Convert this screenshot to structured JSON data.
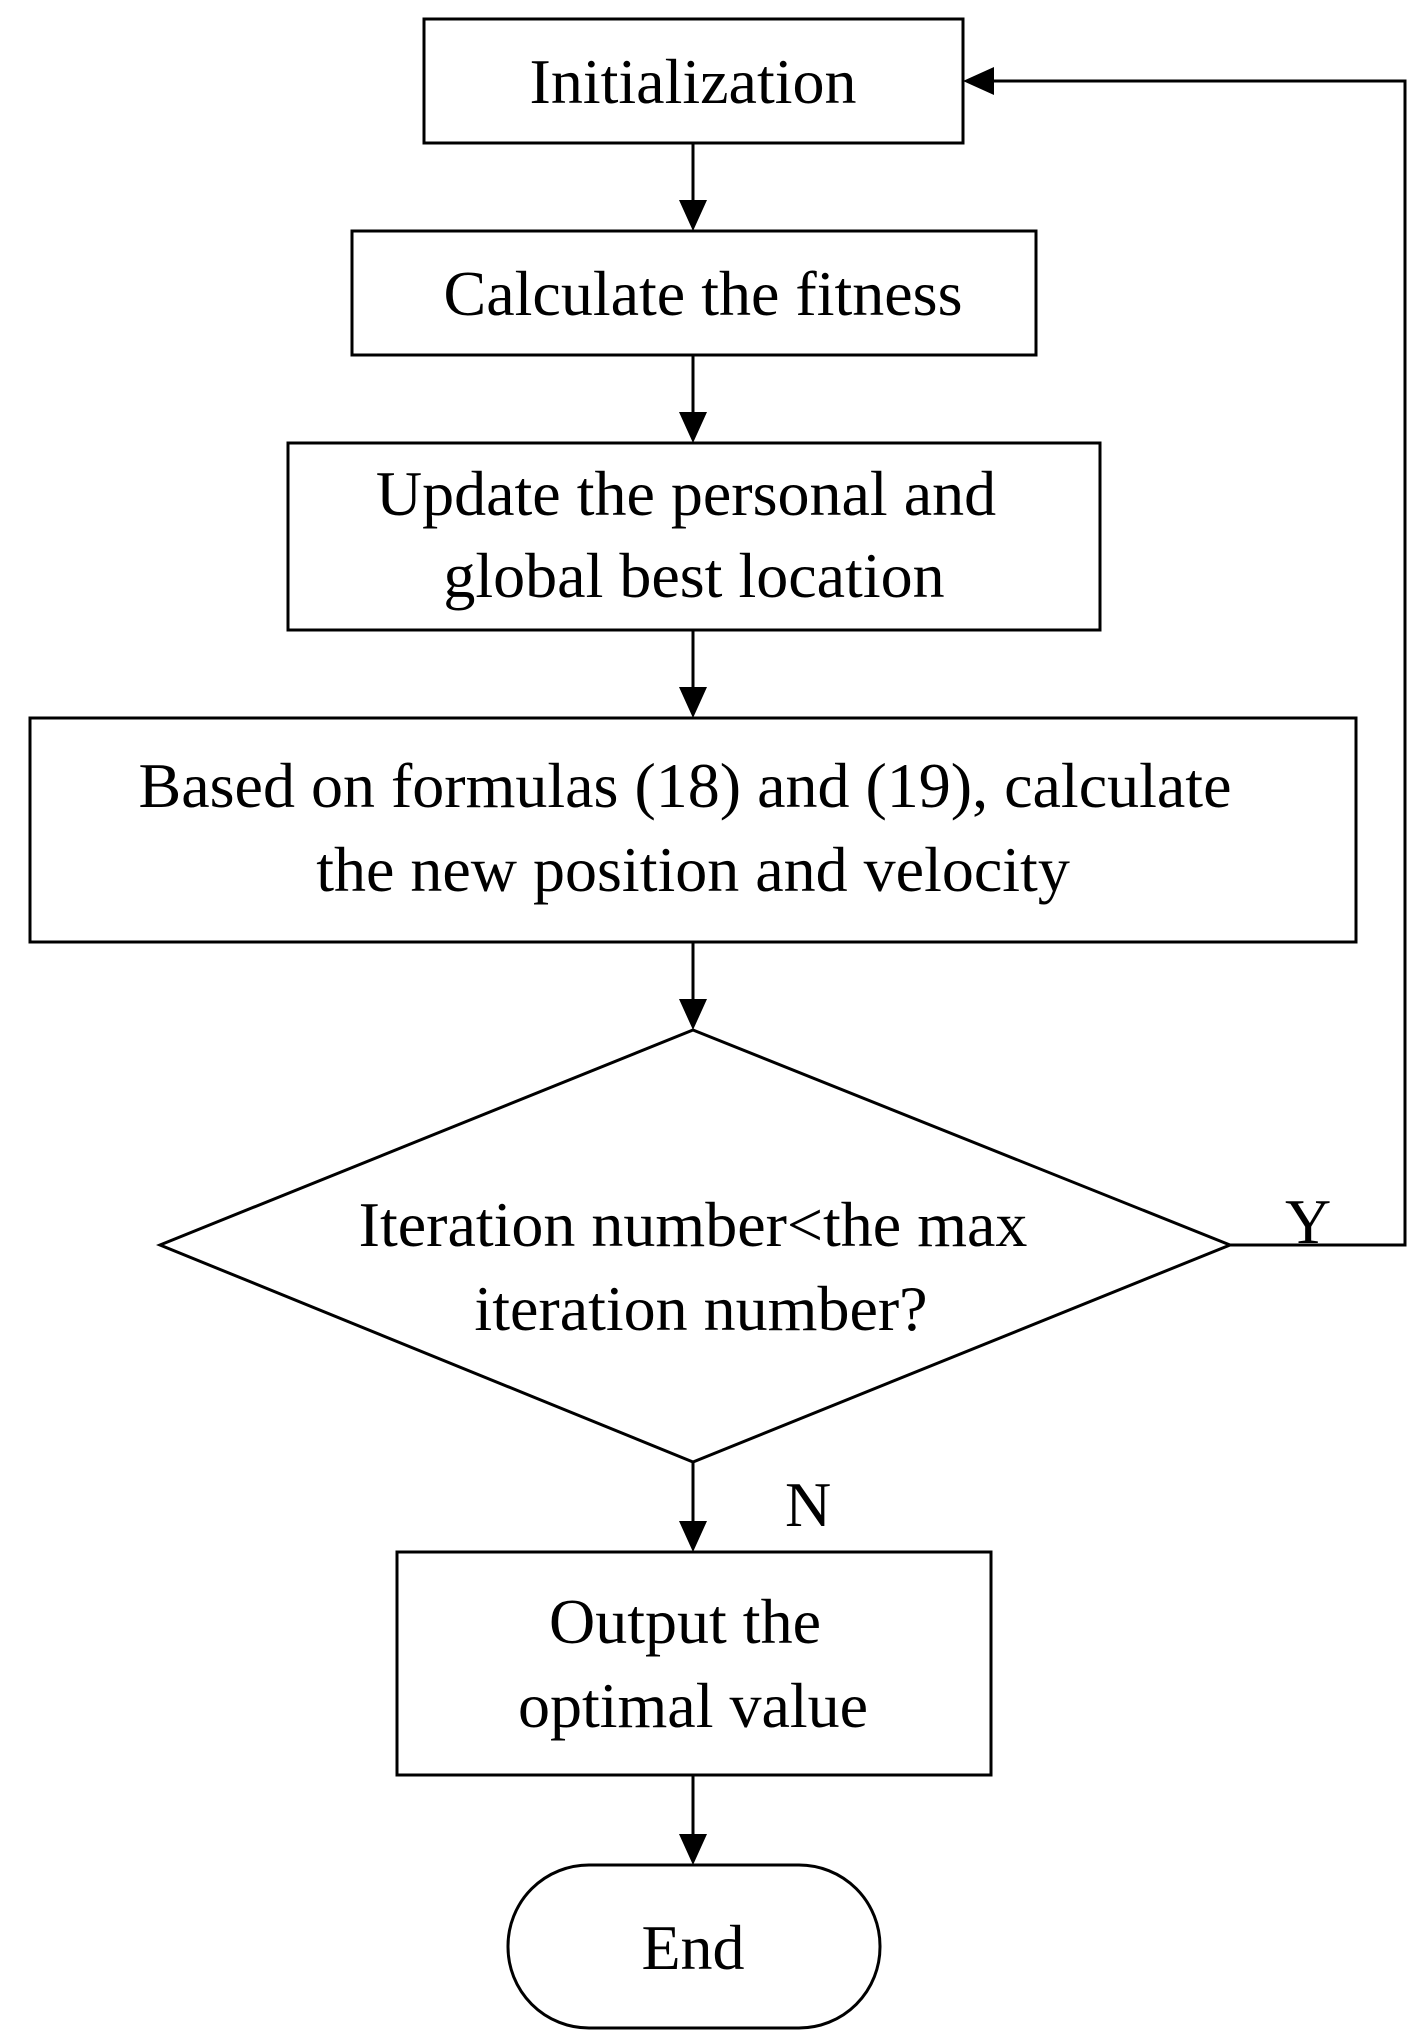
{
  "diagram": {
    "nodes": {
      "init": {
        "lines": [
          "Initialization"
        ]
      },
      "fitness": {
        "lines": [
          "Calculate the fitness"
        ]
      },
      "update": {
        "lines": [
          "Update the personal and",
          "global best location"
        ]
      },
      "formulas": {
        "lines": [
          "Based on formulas (18) and (19), calculate",
          "the new position and velocity"
        ]
      },
      "decision": {
        "lines": [
          "Iteration number<the max",
          "iteration number?"
        ]
      },
      "output": {
        "lines": [
          "Output the",
          "optimal value"
        ]
      },
      "end": {
        "lines": [
          "End"
        ]
      }
    },
    "edge_labels": {
      "yes": "Y",
      "no": "N"
    }
  }
}
